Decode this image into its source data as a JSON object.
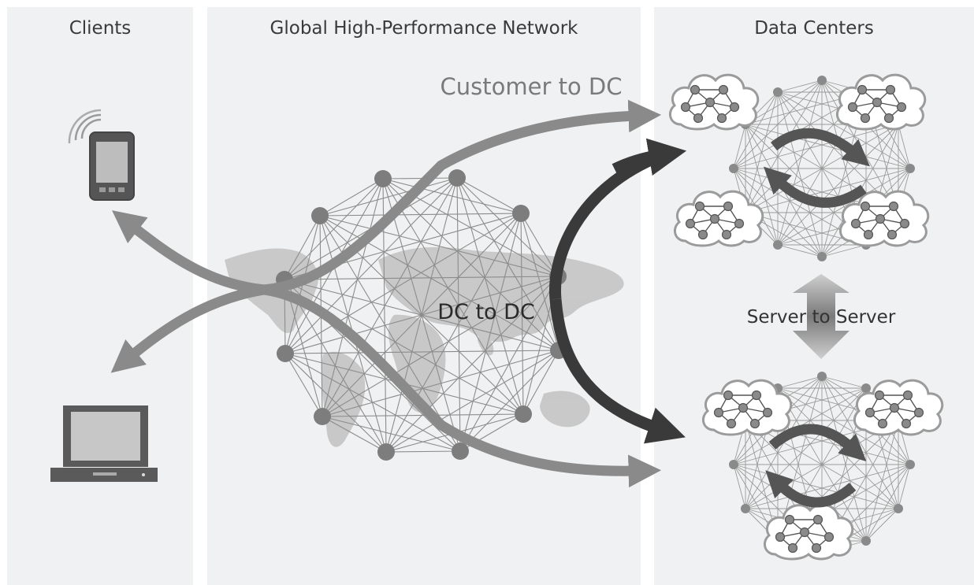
{
  "panels": {
    "clients": {
      "title": "Clients"
    },
    "network": {
      "title": "Global High-Performance Network"
    },
    "datacenters": {
      "title": "Data Centers"
    }
  },
  "labels": {
    "customer_to_dc": "Customer to DC",
    "dc_to_dc": "DC to DC",
    "server_to_server": "Server to Server"
  },
  "icons": {
    "phone": "smartphone-icon",
    "laptop": "laptop-icon",
    "wifi": "wifi-signal-icon",
    "cloud": "cloud-cluster-icon",
    "map": "world-map-icon"
  },
  "colors": {
    "panel_bg": "#f0f1f2",
    "arrow_light": "#8a8a8a",
    "arrow_dark": "#3a3a3a",
    "node": "#808080",
    "mesh": "#8c8c8c",
    "map": "#c4c4c4"
  }
}
